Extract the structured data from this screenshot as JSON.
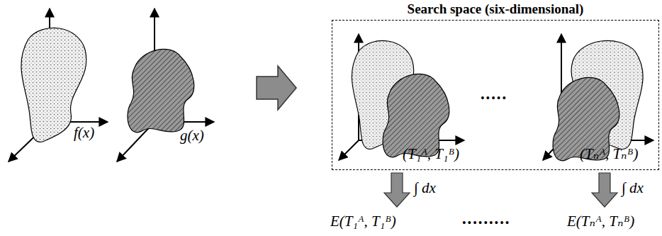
{
  "diagram": {
    "nodes": [
      {
        "text": [
          "Search space (six-dimensional)"
        ]
      }
    ],
    "edges": [],
    "labels": [
      "f(x)",
      "g(x)",
      "(T₁ᴬ, T₁ᴮ)",
      "•••••",
      "(Tₙᴬ, Tₙᴮ)",
      "∫ dx",
      "∫ dx",
      "E(T₁ᴬ, T₁ᴮ)",
      "•••••••••",
      "E(Tₙᴬ, Tₙᴮ)"
    ]
  }
}
